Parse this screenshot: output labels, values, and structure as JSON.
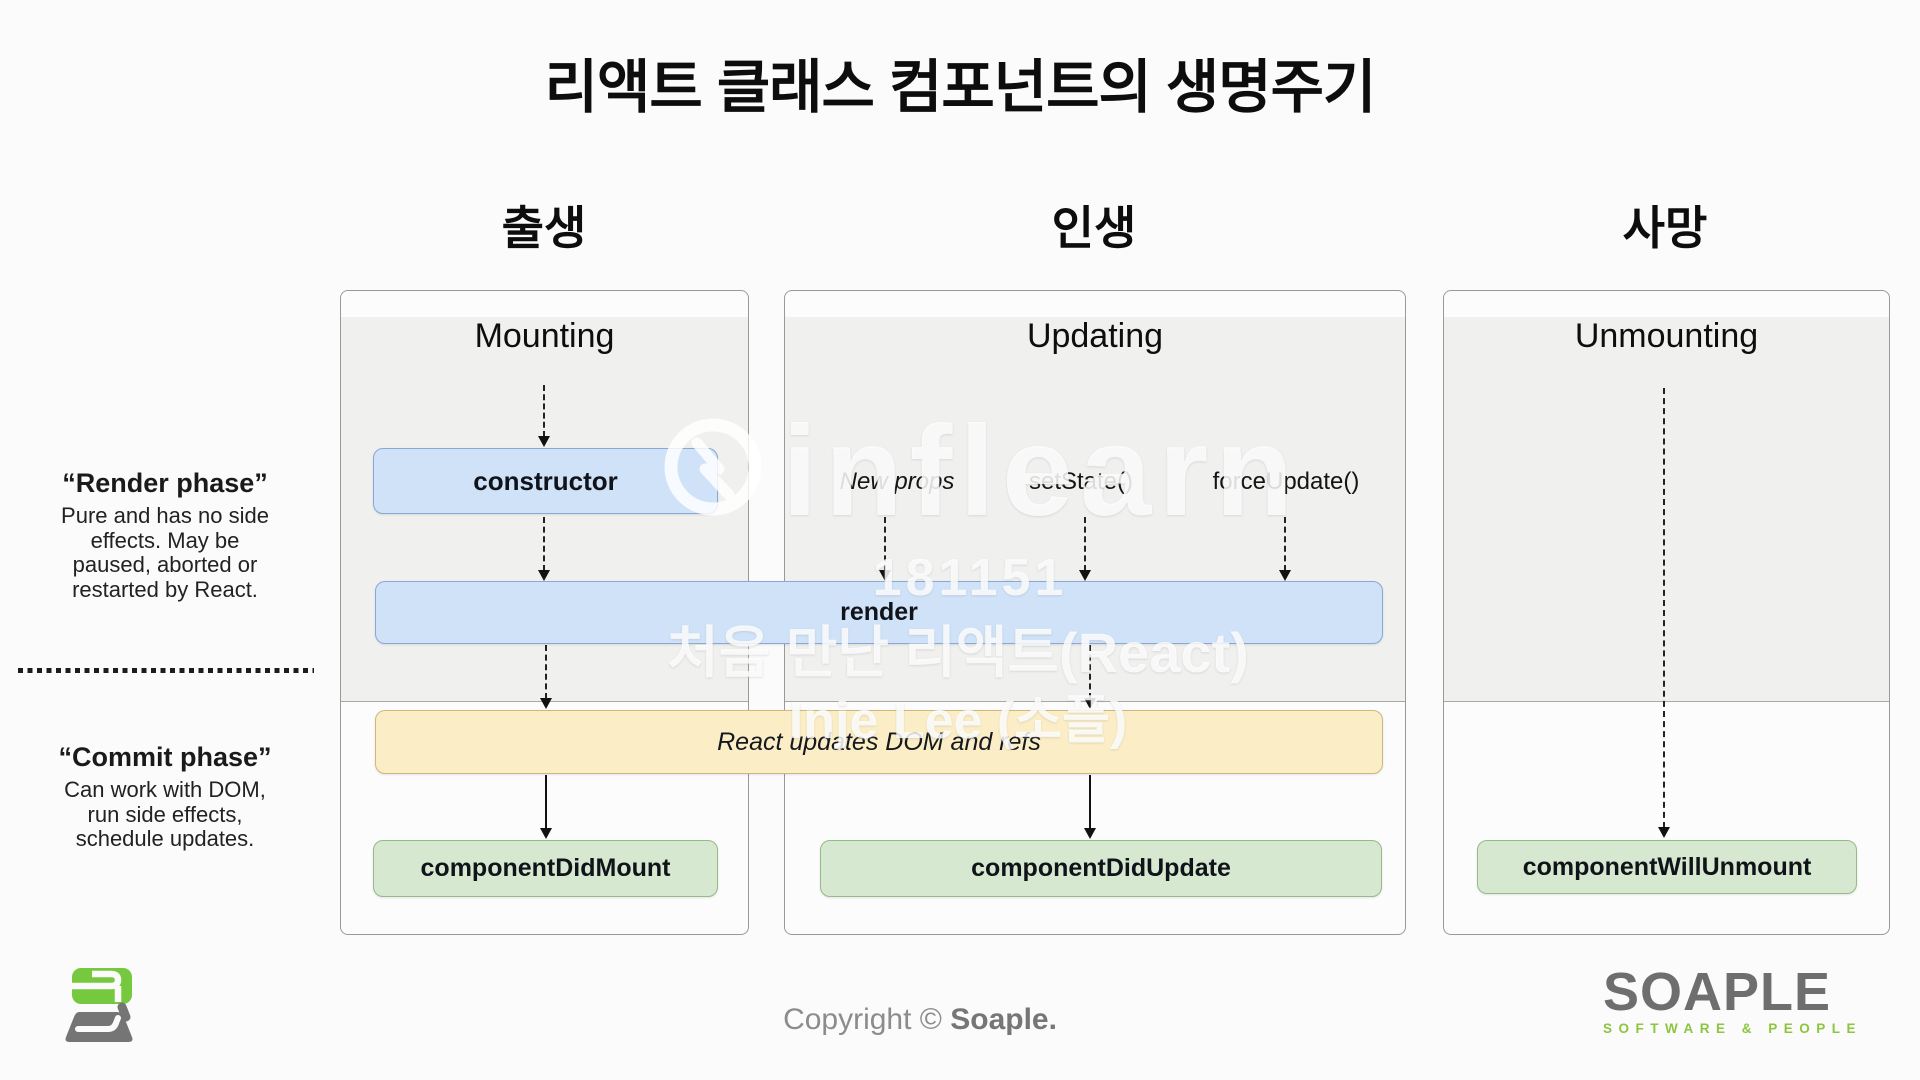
{
  "title": "리액트 클래스 컴포넌트의 생명주기",
  "columns": [
    {
      "label": "출생",
      "panel": "Mounting"
    },
    {
      "label": "인생",
      "panel": "Updating"
    },
    {
      "label": "사망",
      "panel": "Unmounting"
    }
  ],
  "phases": {
    "render": {
      "title": "“Render phase”",
      "lines": [
        "Pure and has no side",
        "effects. May be",
        "paused, aborted or",
        "restarted by React."
      ]
    },
    "commit": {
      "title": "“Commit phase”",
      "lines": [
        "Can work with DOM,",
        "run side effects,",
        "schedule updates."
      ]
    }
  },
  "triggers": [
    "New props",
    "setState()",
    "forceUpdate()"
  ],
  "nodes": {
    "constructor": "constructor",
    "render": "render",
    "react_updates_dom": "React updates DOM and refs",
    "component_did_mount": "componentDidMount",
    "component_did_update": "componentDidUpdate",
    "component_will_unmount": "componentWillUnmount"
  },
  "watermark": {
    "brand": "inflearn",
    "code": "181151",
    "course": "처음 만난 리액트(React)",
    "author": "Inje Lee (소플)"
  },
  "footer": {
    "copyright_prefix": "Copyright © ",
    "brand": "Soaple.",
    "logo_text": "SOAPLE",
    "logo_tagline": "SOFTWARE & PEOPLE"
  },
  "colors": {
    "node_blue": "#cfe2f8",
    "node_yellow": "#fbeec6",
    "node_green": "#d6e8cf",
    "brand_green": "#76c83e",
    "logo_gray": "#6e6e6e"
  }
}
